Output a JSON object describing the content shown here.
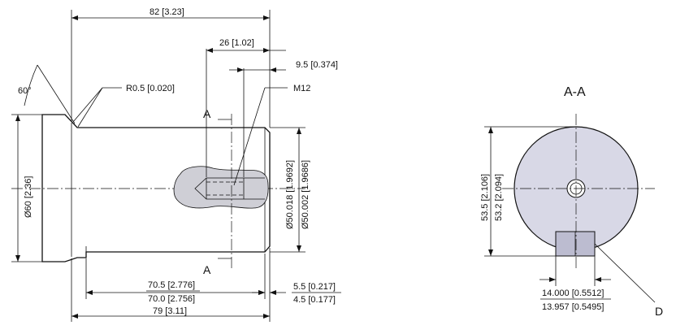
{
  "side_view": {
    "dim_overall_length": "82 [3.23]",
    "dim_thread_depth": "26 [1.02]",
    "dim_face_offset": "9.5 [0.374]",
    "note_radius": "R0.5  [0.020]",
    "note_thread": "M12",
    "note_angle": "60°",
    "dim_flange_diameter": "Ø60 [2.36]",
    "dim_shaft_dia_max": "Ø50.018 [1.9692]",
    "dim_shaft_dia_min": "Ø50.002 [1.9686]",
    "section_mark_top": "A",
    "section_mark_bottom": "A",
    "dim_shaft_len_max": "70.5 [2.776]",
    "dim_shaft_len_min": "70.0 [2.756]",
    "dim_end_max": "5.5 [0.217]",
    "dim_end_min": "4.5 [0.177]",
    "dim_total_shaft": "79 [3.11]"
  },
  "section_view": {
    "title": "A-A",
    "dim_height_max": "53.5 [2.106]",
    "dim_height_min": "53.2 [2.094]",
    "dim_key_width_max": "14.000 [0.5512]",
    "dim_key_width_min": "13.957 [0.5495]",
    "key_label": "D",
    "fill_color": "#d8d8e6",
    "key_fill_color": "#bcbcd0"
  },
  "colors": {
    "hatch_fill": "#cfcfd6",
    "line": "#111111"
  }
}
